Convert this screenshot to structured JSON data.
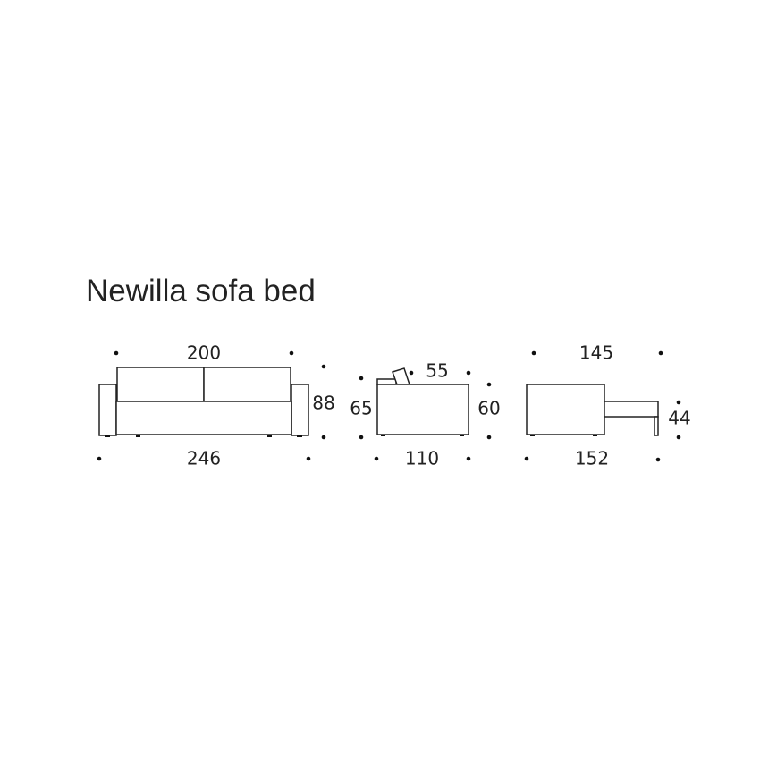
{
  "title": "Newilla sofa bed",
  "front_view": {
    "top_width": "200",
    "bottom_width": "246",
    "height": "88"
  },
  "side_view": {
    "seat_depth": "55",
    "back_height": "65",
    "seat_height": "60",
    "depth": "110"
  },
  "bed_view": {
    "bed_length_top": "145",
    "bed_height": "44",
    "bed_length_bottom": "152"
  }
}
